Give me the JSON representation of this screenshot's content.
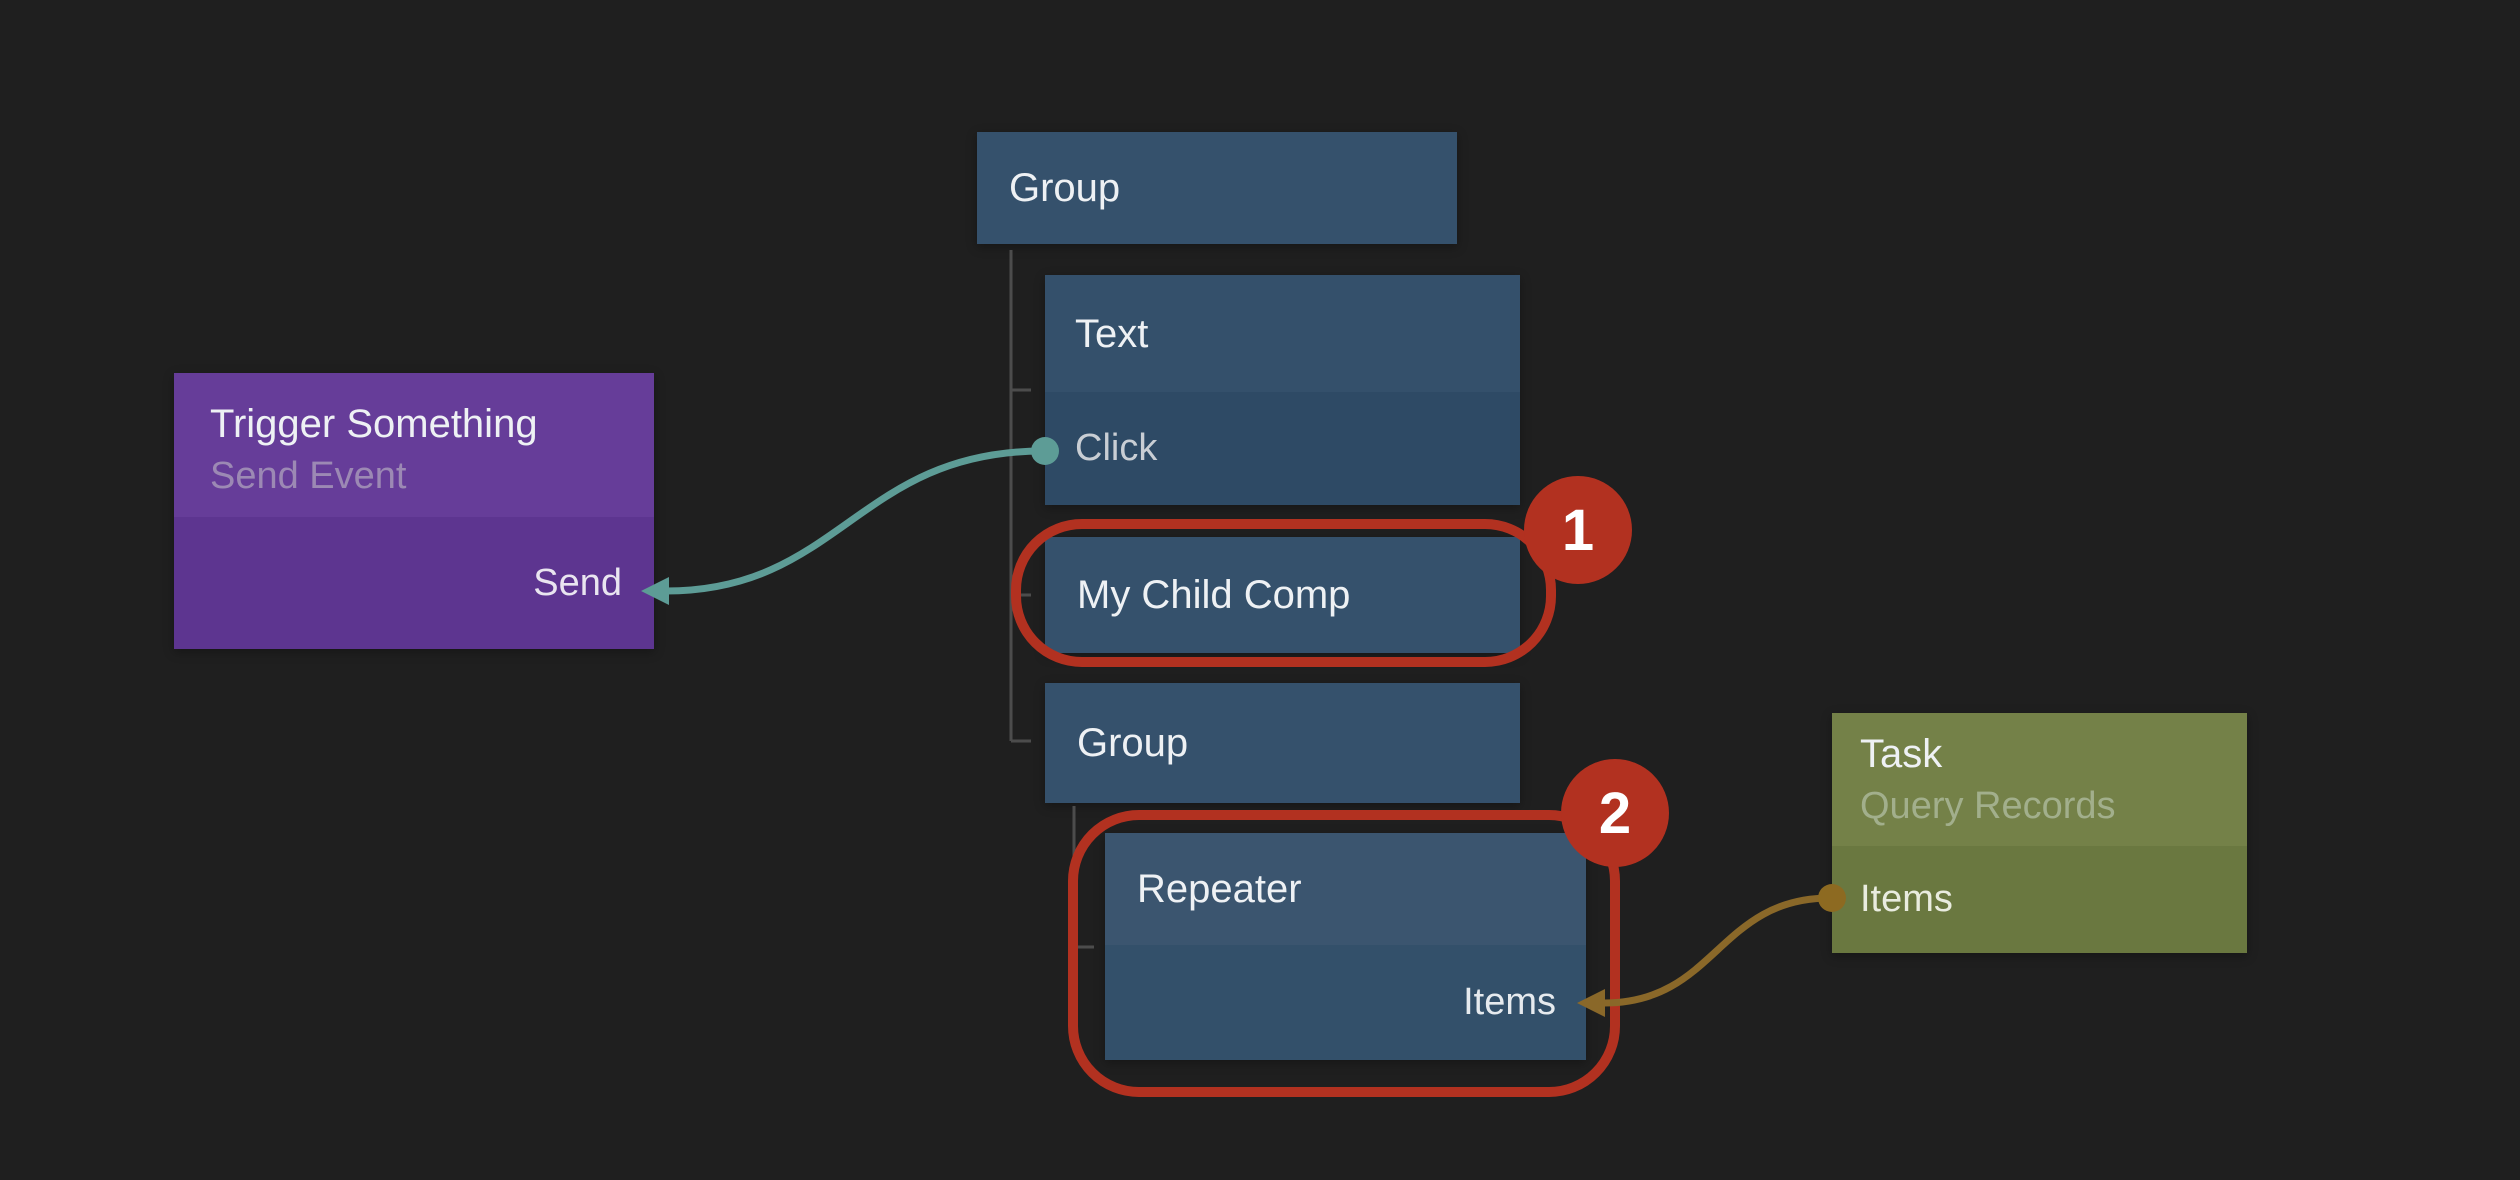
{
  "background": "#1f1f1f",
  "palette": {
    "node_blue_header": "#34506b",
    "node_blue_body": "#2e4a65",
    "node_blue_solid": "#35516c",
    "purple_header": "#663d99",
    "purple_body": "#5d3590",
    "olive_header": "#748148",
    "olive_body": "#6a7840",
    "connection_teal": "#5d9c96",
    "connection_gold": "#8a6829",
    "gold_port": "#8d6a21",
    "annotation_red": "#b23120",
    "tree_line_gray": "#4c4c4c",
    "title_text": "#eef1f4",
    "muted_purple_text": "#9c89b4",
    "muted_olive_text": "#a2af8c",
    "port_text": "#c9ced4"
  },
  "tree": {
    "group1": {
      "title": "Group"
    },
    "text": {
      "title": "Text",
      "port": "Click"
    },
    "my_child_comp": {
      "title": "My Child Comp"
    },
    "group2": {
      "title": "Group"
    },
    "repeater": {
      "title": "Repeater",
      "port": "Items"
    }
  },
  "nodes": {
    "trigger": {
      "title": "Trigger Something",
      "subtitle": "Send Event",
      "port": "Send"
    },
    "task": {
      "title": "Task",
      "subtitle": "Query Records",
      "port": "Items"
    }
  },
  "annotations": {
    "badge1": "1",
    "badge2": "2"
  }
}
